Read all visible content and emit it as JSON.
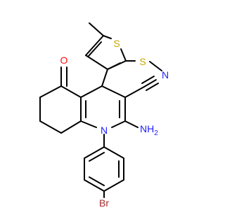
{
  "molecule": {
    "atoms": {
      "S_ring": {
        "label": "S",
        "color": "#C8A700"
      },
      "S_chain": {
        "label": "S",
        "color": "#C8A700"
      },
      "N_nitrile": {
        "label": "N",
        "color": "#2020FF"
      },
      "O_keto": {
        "label": "O",
        "color": "#FF0D0D"
      },
      "NH2": {
        "label": "NH",
        "sub": "2",
        "color": "#2020FF"
      },
      "N_ring": {
        "label": "N",
        "color": "#2020FF"
      },
      "Br": {
        "label": "Br",
        "color": "#A52A2A"
      }
    }
  }
}
